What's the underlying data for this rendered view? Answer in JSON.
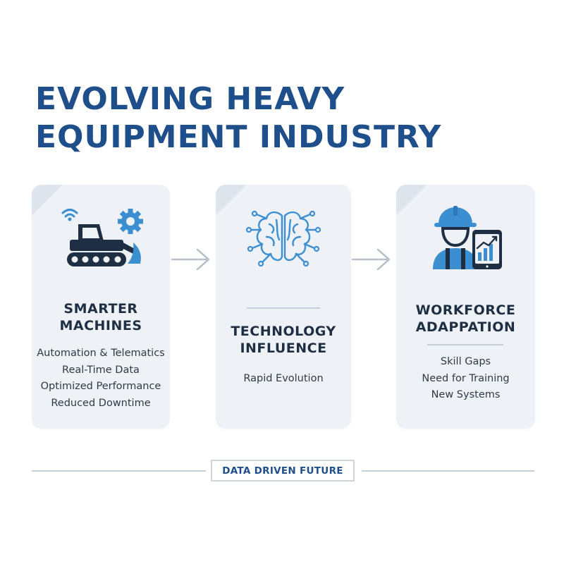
{
  "title": {
    "line1": "EVOLVING HEAVY",
    "line2": "EQUIPMENT INDUSTRY"
  },
  "cards": [
    {
      "icon": "bulldozer-icon",
      "title_line1": "SMARTER",
      "title_line2": "MACHINES",
      "items": [
        "Automation & Telematics",
        "Real-Time Data",
        "Optimized Performance",
        "Reduced Downtime"
      ]
    },
    {
      "icon": "brain-circuit-icon",
      "title_line1": "TECHNOLOGY",
      "title_line2": "INFLUENCE",
      "items": [
        "Rapid Evolution"
      ]
    },
    {
      "icon": "worker-tablet-icon",
      "title_line1": "WORKFORCE",
      "title_line2": "ADAPPATION",
      "items": [
        "Skill Gaps",
        "Need for Training",
        "New Systems"
      ]
    }
  ],
  "footer": {
    "label": "DATA DRIVEN FUTURE"
  },
  "colors": {
    "title": "#1f4f8b",
    "accent_blue": "#3b8fd1",
    "dark": "#1e2f44",
    "card_bg": "#eef2f7"
  }
}
